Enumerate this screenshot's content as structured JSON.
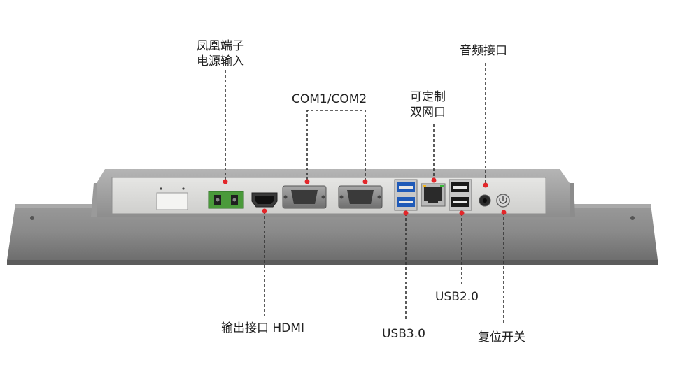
{
  "diagram": {
    "colors": {
      "accent": "#e3262a",
      "panel_body": "#7f7f7f",
      "io_plate": "#d9d9d7",
      "terminal_green": "#4a9a3a"
    },
    "callouts": {
      "phoenix": {
        "lines": [
          "凤凰端子",
          "电源输入"
        ],
        "icon": "phoenix-terminal-connector"
      },
      "com": {
        "text": "COM1/COM2",
        "icon": "db9-serial-port"
      },
      "lan": {
        "lines": [
          "可定制",
          "双网口"
        ],
        "icon": "rj45-ethernet-port"
      },
      "audio": {
        "text": "音频接口",
        "icon": "audio-jack"
      },
      "hdmi": {
        "text": "输出接口 HDMI",
        "icon": "hdmi-port"
      },
      "usb3": {
        "text": "USB3.0",
        "icon": "usb3-port"
      },
      "usb2": {
        "text": "USB2.0",
        "icon": "usb2-port"
      },
      "reset": {
        "text": "复位开关",
        "icon": "power-reset-button"
      }
    }
  }
}
